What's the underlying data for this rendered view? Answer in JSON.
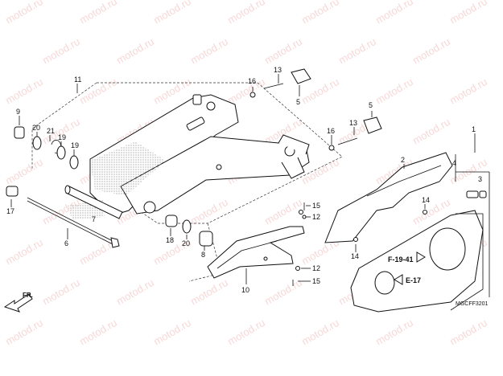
{
  "watermark": {
    "text": "motod.ru"
  },
  "diagram_code": "MGCFF3201",
  "front_label": "FR.",
  "references": {
    "chain_case": "F-19-41",
    "wheel": "E-17"
  },
  "callouts": {
    "c1": "1",
    "c2": "2",
    "c3": "3",
    "c4": "4",
    "c5a": "5",
    "c5b": "5",
    "c6": "6",
    "c7": "7",
    "c8": "8",
    "c9": "9",
    "c10": "10",
    "c11": "11",
    "c12a": "12",
    "c12b": "12",
    "c13a": "13",
    "c13b": "13",
    "c14a": "14",
    "c14b": "14",
    "c15a": "15",
    "c15b": "15",
    "c16a": "16",
    "c16b": "16",
    "c17": "17",
    "c18": "18",
    "c19a": "19",
    "c19b": "19",
    "c20a": "20",
    "c20b": "20",
    "c21": "21"
  }
}
